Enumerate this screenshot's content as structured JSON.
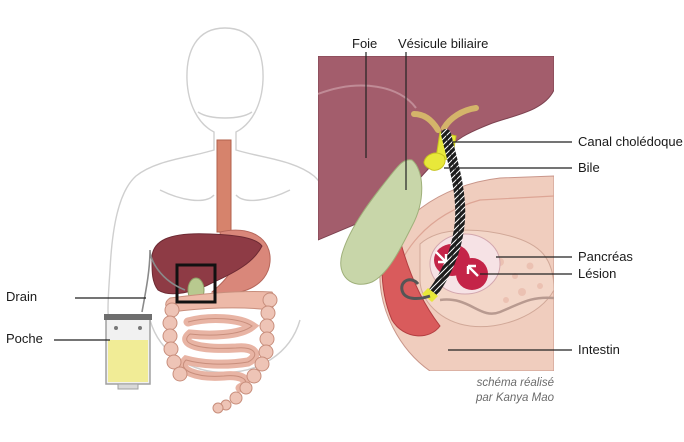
{
  "labels": {
    "foie": "Foie",
    "vesicule": "Vésicule biliaire",
    "canal": "Canal cholédoque",
    "bile": "Bile",
    "pancreas": "Pancréas",
    "lesion": "Lésion",
    "intestin": "Intestin",
    "drain": "Drain",
    "poche": "Poche"
  },
  "credit": {
    "line1": "schéma réalisé",
    "line2": "par Kanya Mao"
  },
  "colors": {
    "liver": "#a35d6c",
    "gallbladder": "#c8d6a9",
    "bile": "#e8e83a",
    "pancreas": "#f0d2c4",
    "lesion": "#c42448",
    "intestine": "#eec4b6",
    "bag_fluid": "#f1ec96"
  }
}
